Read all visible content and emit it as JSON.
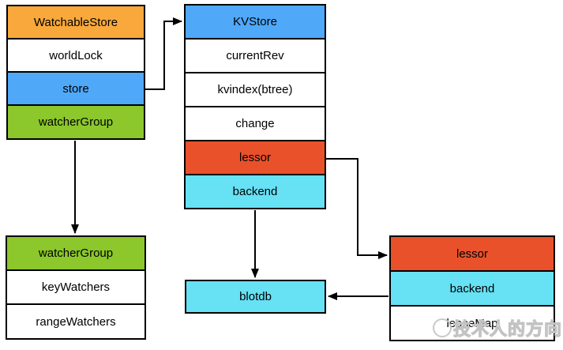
{
  "colors": {
    "orange": "#F9A83B",
    "blue": "#4FA8F8",
    "green": "#8CC72B",
    "red": "#E8512A",
    "cyan": "#67E1F4",
    "white": "#FFFFFF",
    "line": "#000000",
    "watermark_gray": "#C3C3C3"
  },
  "boxes": {
    "watchable_store": {
      "rows": [
        {
          "label": "WatchableStore",
          "color": "orange"
        },
        {
          "label": "worldLock",
          "color": "white"
        },
        {
          "label": "store",
          "color": "blue"
        },
        {
          "label": "watcherGroup",
          "color": "green"
        }
      ]
    },
    "kvstore": {
      "rows": [
        {
          "label": "KVStore",
          "color": "blue"
        },
        {
          "label": "currentRev",
          "color": "white"
        },
        {
          "label": "kvindex(btree)",
          "color": "white"
        },
        {
          "label": "change",
          "color": "white"
        },
        {
          "label": "lessor",
          "color": "red"
        },
        {
          "label": "backend",
          "color": "cyan"
        }
      ]
    },
    "watcher_group": {
      "rows": [
        {
          "label": "watcherGroup",
          "color": "green"
        },
        {
          "label": "keyWatchers",
          "color": "white"
        },
        {
          "label": "rangeWatchers",
          "color": "white"
        }
      ]
    },
    "blotdb": {
      "rows": [
        {
          "label": "blotdb",
          "color": "cyan"
        }
      ]
    },
    "lessor_detail": {
      "rows": [
        {
          "label": "lessor",
          "color": "red"
        },
        {
          "label": "backend",
          "color": "cyan"
        },
        {
          "label": "leaseMap",
          "color": "white"
        }
      ]
    }
  },
  "arrows": [
    {
      "from": "watchable_store.store",
      "to": "kvstore"
    },
    {
      "from": "watchable_store.watcherGroup",
      "to": "watcher_group"
    },
    {
      "from": "kvstore.lessor",
      "to": "lessor_detail"
    },
    {
      "from": "kvstore.backend",
      "to": "blotdb"
    },
    {
      "from": "lessor_detail.backend",
      "to": "blotdb"
    }
  ],
  "watermark": {
    "text": "技术人的方向"
  }
}
